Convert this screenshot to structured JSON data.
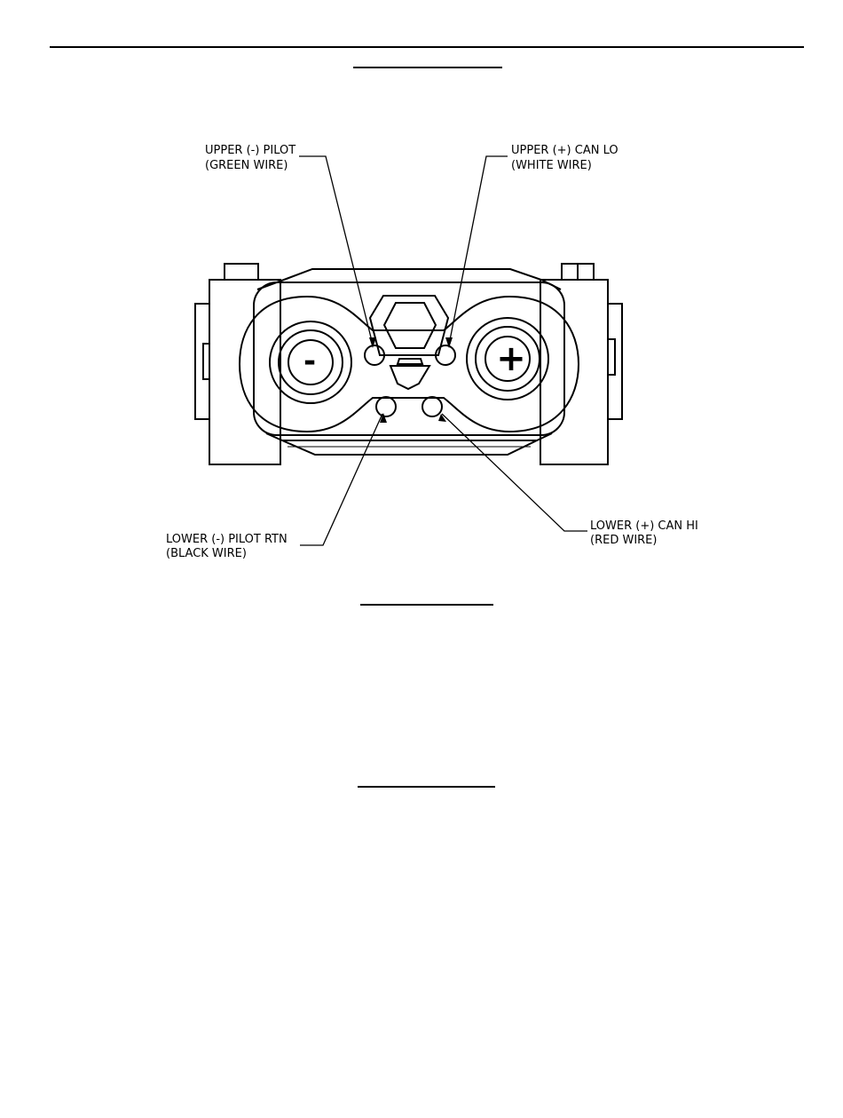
{
  "labels": {
    "upper_left_line1": "UPPER (-) PILOT",
    "upper_left_line2": "(GREEN WIRE)",
    "upper_right_line1": "UPPER (+) CAN LO",
    "upper_right_line2": "(WHITE WIRE)",
    "lower_left_line1": "LOWER (-) PILOT RTN",
    "lower_left_line2": "(BLACK WIRE)",
    "lower_right_line1": "LOWER (+) CAN HI",
    "lower_right_line2": "(RED WIRE)"
  },
  "terminals": {
    "negative_symbol": "-",
    "positive_symbol": "+"
  },
  "colors": {
    "ink": "#000000",
    "paper": "#ffffff"
  }
}
